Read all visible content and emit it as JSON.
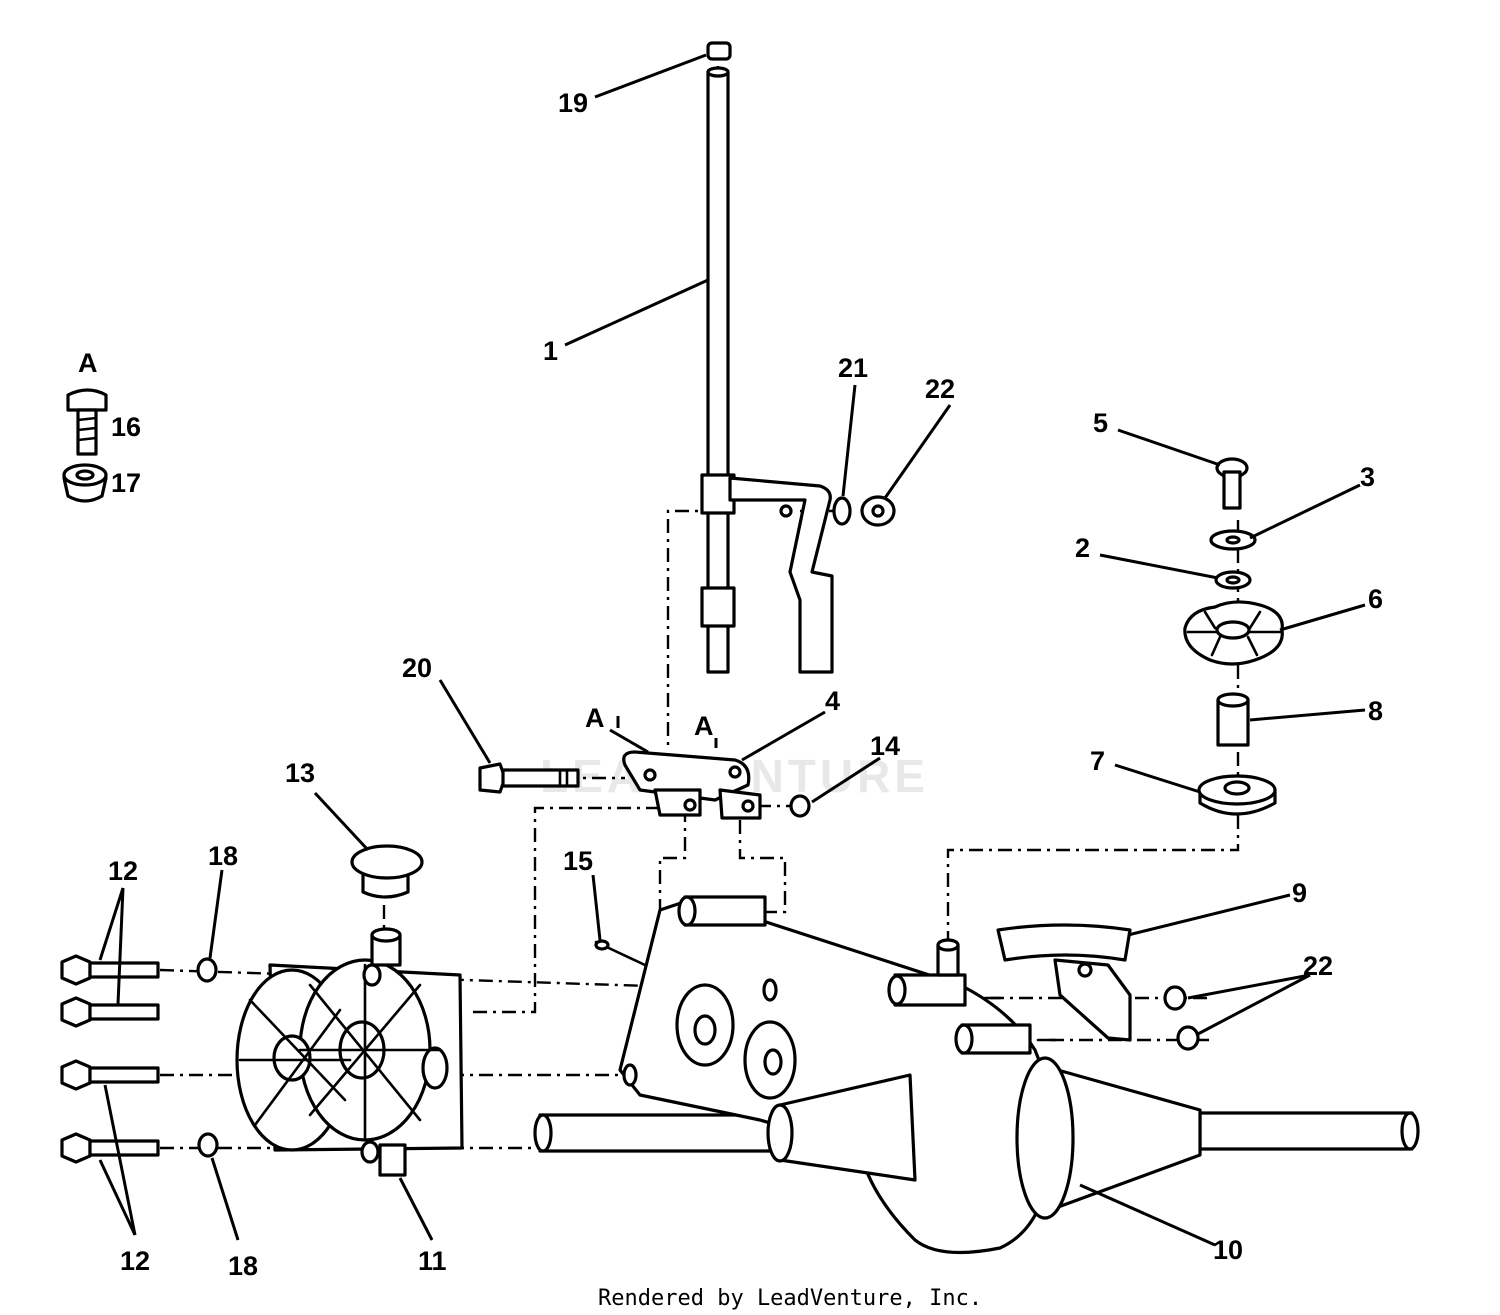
{
  "watermark": "LEADVENTURE",
  "footer": "Rendered by LeadVenture, Inc.",
  "legend": {
    "ref": "A",
    "items": [
      "16",
      "17"
    ]
  },
  "callouts": {
    "c1": "1",
    "c2": "2",
    "c3": "3",
    "c4": "4",
    "c5": "5",
    "c6": "6",
    "c7": "7",
    "c8": "8",
    "c9": "9",
    "c10": "10",
    "c11": "11",
    "c12a": "12",
    "c12b": "12",
    "c13": "13",
    "c14": "14",
    "c15": "15",
    "c18a": "18",
    "c18b": "18",
    "c19": "19",
    "c20": "20",
    "c21": "21",
    "c22a": "22",
    "c22b": "22",
    "ref_a1": "A",
    "ref_a2": "A"
  }
}
